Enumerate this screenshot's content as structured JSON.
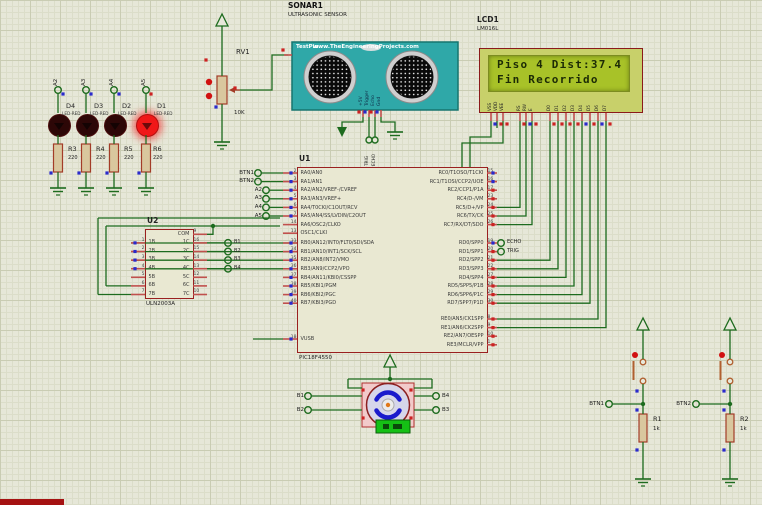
{
  "sonar": {
    "ref": "SONAR1",
    "part": "ULTRASONIC SENSOR",
    "testpin": "TestPin",
    "brand_url": "www.TheEngineeringProjects.com",
    "pins": [
      "+5V",
      "Trigger",
      "Echo",
      "Gnd"
    ]
  },
  "pot": {
    "ref": "RV1",
    "value": "10K"
  },
  "lcd": {
    "ref": "LCD1",
    "part": "LM016L",
    "screen_line1": "Piso 4 Dist:37.4",
    "screen_line2": "Fin Recorrido",
    "pins": [
      "VSS",
      "VDD",
      "VEE",
      "RS",
      "RW",
      "E",
      "D0",
      "D1",
      "D2",
      "D3",
      "D4",
      "D5",
      "D6",
      "D7"
    ]
  },
  "u1": {
    "ref": "U1",
    "part": "PIC18F4550",
    "left_a": [
      {
        "num": "2",
        "name": "RA0/AN0"
      },
      {
        "num": "3",
        "name": "RA1/AN1"
      },
      {
        "num": "4",
        "name": "RA2/AN2/VREF-/CVREF"
      },
      {
        "num": "5",
        "name": "RA3/AN3/VREF+"
      },
      {
        "num": "6",
        "name": "RA4/T0CKI/C1OUT/RCV"
      },
      {
        "num": "7",
        "name": "RA5/AN4/SS/LVDIN/C2OUT"
      },
      {
        "num": "14",
        "name": "RA6/OSC2/CLKO"
      },
      {
        "num": "13",
        "name": "OSC1/CLKI"
      }
    ],
    "left_b": [
      {
        "num": "33",
        "name": "RB0/AN12/INT0/FLT0/SDI/SDA"
      },
      {
        "num": "34",
        "name": "RB1/AN10/INT1/SCK/SCL"
      },
      {
        "num": "35",
        "name": "RB2/AN8/INT2/VMO"
      },
      {
        "num": "36",
        "name": "RB3/AN9/CCP2/VPO"
      },
      {
        "num": "37",
        "name": "RB4/AN11/KBI0/CSSPP"
      },
      {
        "num": "38",
        "name": "RB5/KBI1/PGM"
      },
      {
        "num": "39",
        "name": "RB6/KBI2/PGC"
      },
      {
        "num": "40",
        "name": "RB7/KBI3/PGD"
      }
    ],
    "left_c": [
      {
        "num": "18",
        "name": "VUSB"
      }
    ],
    "right_a": [
      {
        "num": "15",
        "name": "RC0/T1OSO/T1CKI"
      },
      {
        "num": "16",
        "name": "RC1/T1OSI/CCP2/UOE"
      },
      {
        "num": "17",
        "name": "RC2/CCP1/P1A"
      },
      {
        "num": "23",
        "name": "RC4/D-/VM"
      },
      {
        "num": "24",
        "name": "RC5/D+/VP"
      },
      {
        "num": "25",
        "name": "RC6/TX/CK"
      },
      {
        "num": "26",
        "name": "RC7/RX/DT/SDO"
      }
    ],
    "right_b": [
      {
        "num": "19",
        "name": "RD0/SPP0"
      },
      {
        "num": "20",
        "name": "RD1/SPP1"
      },
      {
        "num": "21",
        "name": "RD2/SPP2"
      },
      {
        "num": "22",
        "name": "RD3/SPP3"
      },
      {
        "num": "27",
        "name": "RD4/SPP4"
      },
      {
        "num": "28",
        "name": "RD5/SPP5/P1B"
      },
      {
        "num": "29",
        "name": "RD6/SPP6/P1C"
      },
      {
        "num": "30",
        "name": "RD7/SPP7/P1D"
      }
    ],
    "right_c": [
      {
        "num": "8",
        "name": "RE0/AN5/CK1SPP"
      },
      {
        "num": "9",
        "name": "RE1/AN6/CK2SPP"
      },
      {
        "num": "10",
        "name": "RE2/AN7/OESPP"
      },
      {
        "num": "1",
        "name": "RE3/MCLR/VPP"
      }
    ]
  },
  "u2": {
    "ref": "U2",
    "part": "ULN2003A",
    "left": [
      {
        "num": "",
        "name": ""
      },
      {
        "num": "1",
        "name": "1B"
      },
      {
        "num": "2",
        "name": "2B"
      },
      {
        "num": "3",
        "name": "3B"
      },
      {
        "num": "4",
        "name": "4B"
      },
      {
        "num": "5",
        "name": "5B"
      },
      {
        "num": "6",
        "name": "6B"
      },
      {
        "num": "7",
        "name": "7B"
      }
    ],
    "right": [
      {
        "num": "9",
        "name": "COM"
      },
      {
        "num": "16",
        "name": "1C"
      },
      {
        "num": "15",
        "name": "2C"
      },
      {
        "num": "14",
        "name": "3C"
      },
      {
        "num": "13",
        "name": "4C"
      },
      {
        "num": "12",
        "name": "5C"
      },
      {
        "num": "11",
        "name": "6C"
      },
      {
        "num": "10",
        "name": "7C"
      }
    ],
    "outputs": [
      "B1",
      "B2",
      "B3",
      "B4"
    ]
  },
  "leds": [
    {
      "terminal": "A2",
      "ref": "D4",
      "model": "LED-RED",
      "res_ref": "R3",
      "res_value": "220"
    },
    {
      "terminal": "A3",
      "ref": "D3",
      "model": "LED-RED",
      "res_ref": "R4",
      "res_value": "220"
    },
    {
      "terminal": "A4",
      "ref": "D2",
      "model": "LED-RED",
      "res_ref": "R5",
      "res_value": "220"
    },
    {
      "terminal": "A5",
      "ref": "D1",
      "model": "LED-RED",
      "res_ref": "R6",
      "res_value": "220"
    }
  ],
  "terminals": {
    "u1_left": [
      "BTN1",
      "BTN2",
      "A2",
      "A3",
      "A4",
      "A5"
    ],
    "u1_right": [
      "ECHO",
      "TRIG"
    ],
    "sonar_top": [
      "TRIG",
      "ECHO"
    ]
  },
  "motor": {
    "left": [
      "B1",
      "B2"
    ],
    "right": [
      "B4",
      "B3"
    ]
  },
  "buttons": [
    {
      "terminal": "BTN1",
      "res_ref": "R1",
      "res_value": "1k"
    },
    {
      "terminal": "BTN2",
      "res_ref": "R2",
      "res_value": "1k"
    }
  ],
  "colors": {
    "wire": "#1d6b1e",
    "pin": "#c0504d",
    "sonar_body": "#2fa8a8",
    "lcd_body": "#c8d06a",
    "lcd_screen": "#a8c228",
    "state_low": "#2a2acc",
    "state_high": "#cc2222",
    "lit_led": "#f01818"
  }
}
